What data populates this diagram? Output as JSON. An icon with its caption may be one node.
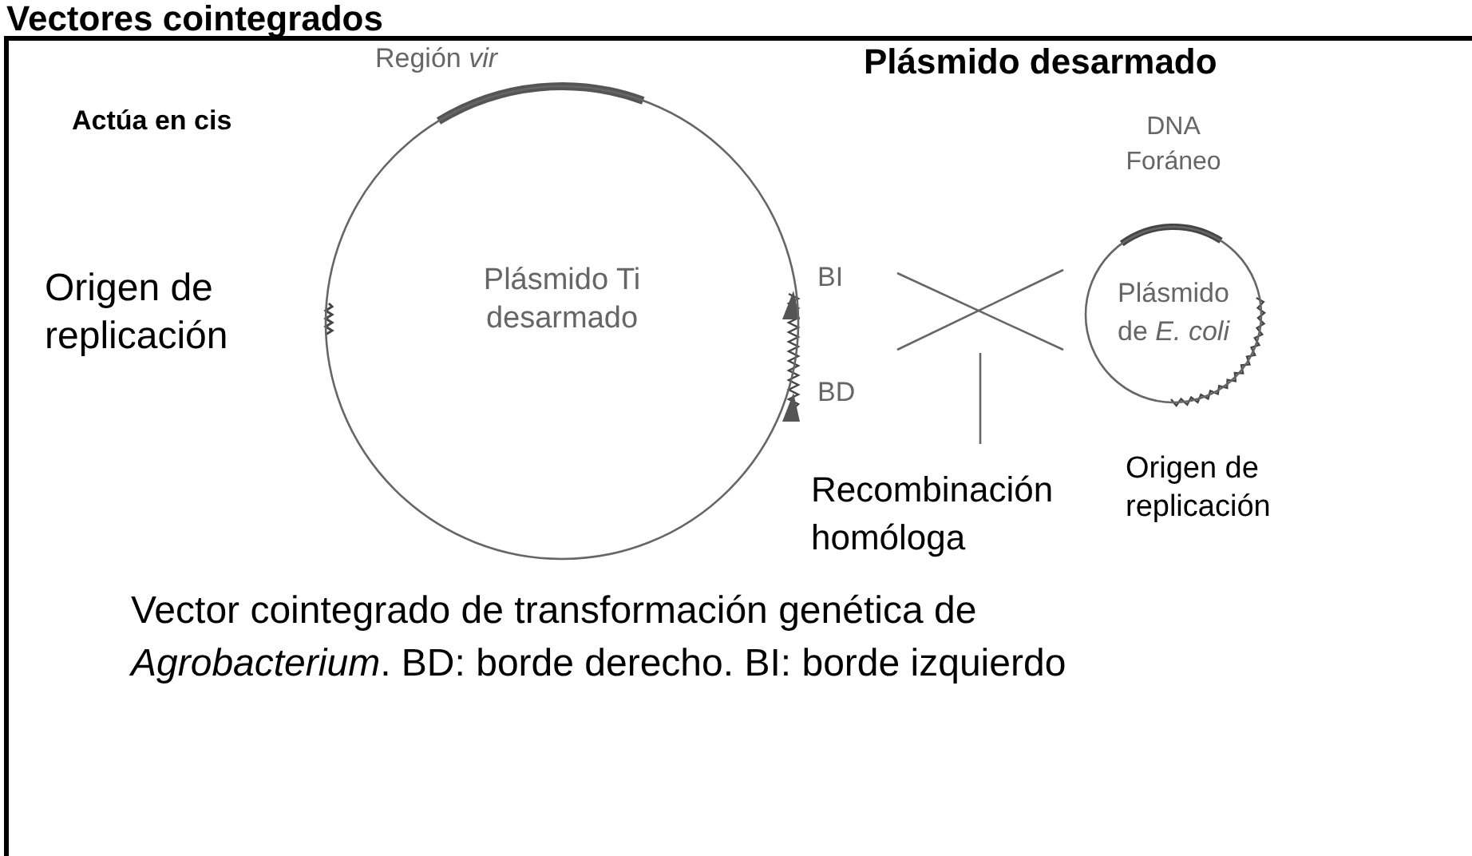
{
  "diagram": {
    "title": "Vectores cointegrados",
    "caption": "Vector cointegrado de transformación genética de *Agrobacterium*. BD: borde derecho. BI: borde izquierdo",
    "nodes": [
      {
        "text": [
          "Plásmido Ti desarmado"
        ]
      },
      {
        "text": [
          "Plásmido de *E. coli*"
        ]
      },
      {
        "text": [],
        "shape": "cross"
      },
      {
        "text": [
          "Recombinación homóloga"
        ]
      }
    ],
    "edges": [
      {
        "from": 3,
        "to": 2,
        "arrow": "none"
      }
    ],
    "labels": [
      "Región *vir*",
      "Plásmido desarmado",
      "Actúa en cis",
      "DNA Foráneo",
      "BI",
      "Origen de replicación",
      "BD",
      "Origen de replicación"
    ]
  }
}
